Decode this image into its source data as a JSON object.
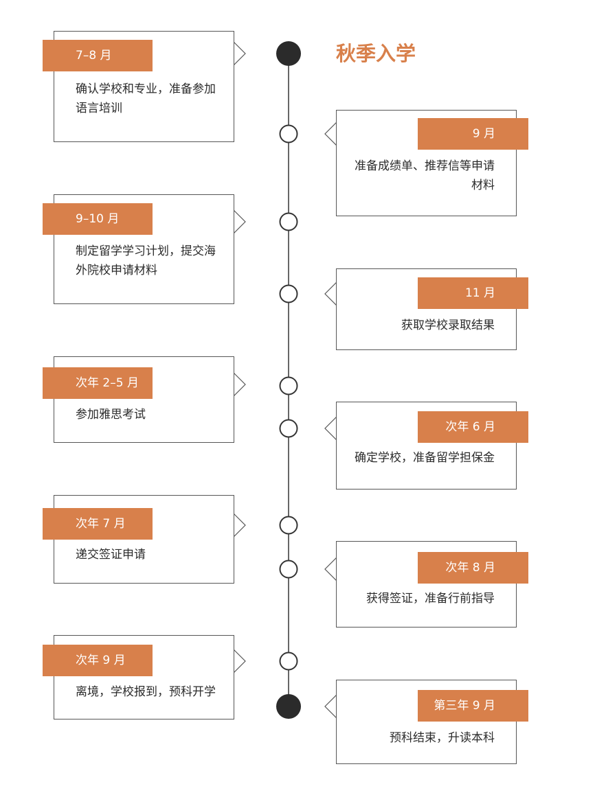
{
  "title": "秋季入学",
  "colors": {
    "accent": "#D8804B",
    "line": "#333333",
    "node_fill_endpoint": "#2b2b2b",
    "card_border": "#555555"
  },
  "events": [
    {
      "date": "7–8 月",
      "text": "确认学校和专业，准备参加语言培训"
    },
    {
      "date": "9 月",
      "text": "准备成绩单、推荐信等申请材料"
    },
    {
      "date": "9–10 月",
      "text": "制定留学学习计划，提交海外院校申请材料"
    },
    {
      "date": "11 月",
      "text": "获取学校录取结果"
    },
    {
      "date": "次年 2–5 月",
      "text": "参加雅思考试"
    },
    {
      "date": "次年 6 月",
      "text": "确定学校，准备留学担保金"
    },
    {
      "date": "次年 7 月",
      "text": "递交签证申请"
    },
    {
      "date": "次年 8 月",
      "text": "获得签证，准备行前指导"
    },
    {
      "date": "次年 9 月",
      "text": "离境，学校报到，预科开学"
    },
    {
      "date": "第三年 9 月",
      "text": "预科结束，升读本科"
    }
  ]
}
